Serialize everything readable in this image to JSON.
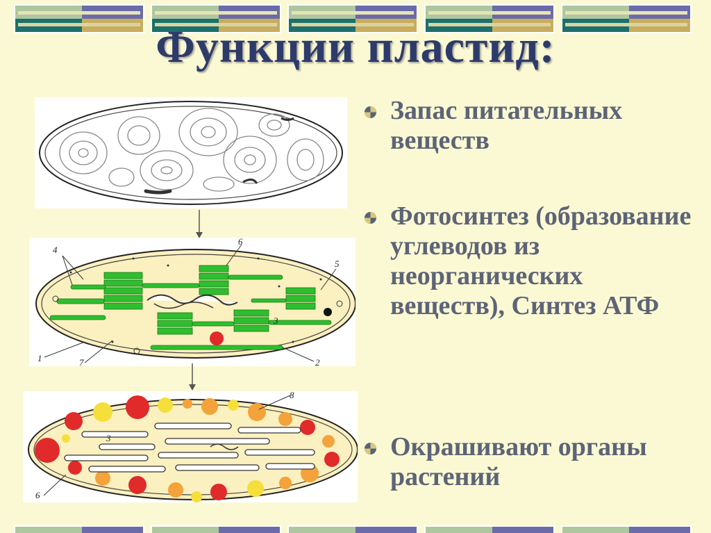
{
  "slide": {
    "title": "Функции пластид:",
    "colors": {
      "background": "#fbf9d3",
      "title": "#2d3b6b",
      "bullet_text": "#5d6477",
      "band_teal": "#1d6f6c",
      "band_purple": "#6a6ba8",
      "band_tan": "#c9ad5d",
      "band_sage": "#aec7a0"
    }
  },
  "bullets": [
    {
      "text": "Запас питательных веществ",
      "icon": "sphere-bullet-icon"
    },
    {
      "text": "Фотосинтез (образование углеводов из неорганических веществ), Синтез АТФ",
      "icon": "sphere-bullet-icon"
    },
    {
      "text": "Окрашивают органы растений",
      "icon": "sphere-bullet-icon"
    }
  ],
  "figures": {
    "chloroplast_labels": [
      "1",
      "2",
      "3",
      "4",
      "5",
      "6",
      "7"
    ],
    "chromoplast_labels": [
      "3",
      "6",
      "8"
    ]
  }
}
